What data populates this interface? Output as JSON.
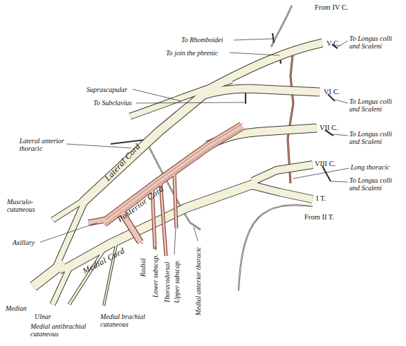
{
  "diagram": {
    "labels": [
      "From IV C.",
      "V C.",
      "To Rhomboidei",
      "To Longus colli and Scaleni",
      "To join the phrenic",
      "Suprascapular",
      "VI C.",
      "To Subclavius",
      "To Longus colli and Scaleni",
      "VII C.",
      "To Longus colli and Scaleni",
      "Lateral anterior thoracic",
      "Lateral Cord",
      "Long thoracic",
      "VIII C.",
      "To Longus colli and Scaleni",
      "Musculo- cutaneous",
      "Posterior Cord",
      "I T.",
      "From II T.",
      "Axillary",
      "Medial Cord",
      "Radial",
      "Lower subscap.",
      "Thoracodorsal",
      "Upper subscap.",
      "Medial anterior thoracic",
      "Median",
      "Ulnar",
      "Medial antibrachial cutaneous",
      "Medial brachial cutaneous"
    ]
  }
}
